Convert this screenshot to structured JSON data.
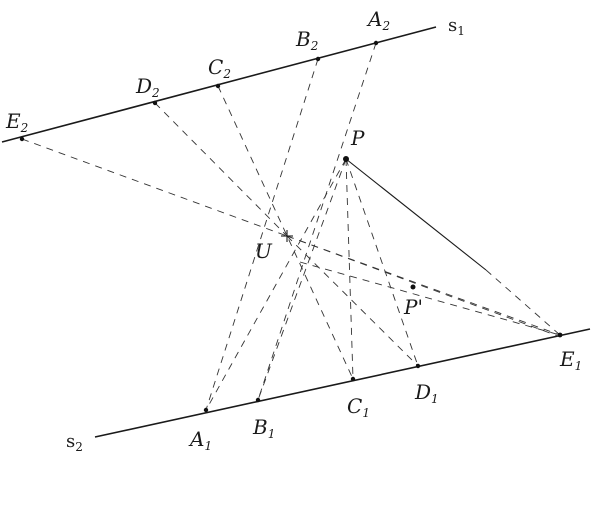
{
  "diagram": {
    "colors": {
      "ink": "#1a1a1a",
      "dash": "#333333",
      "background": "#ffffff"
    },
    "lines": {
      "s1": {
        "label": "s",
        "sub": "1"
      },
      "s2": {
        "label": "s",
        "sub": "2"
      }
    },
    "points": {
      "A2": {
        "label": "A",
        "sub": "2"
      },
      "B2": {
        "label": "B",
        "sub": "2"
      },
      "C2": {
        "label": "C",
        "sub": "2"
      },
      "D2": {
        "label": "D",
        "sub": "2"
      },
      "E2": {
        "label": "E",
        "sub": "2"
      },
      "A1": {
        "label": "A",
        "sub": "1"
      },
      "B1": {
        "label": "B",
        "sub": "1"
      },
      "C1": {
        "label": "C",
        "sub": "1"
      },
      "D1": {
        "label": "D",
        "sub": "1"
      },
      "E1": {
        "label": "E",
        "sub": "1"
      },
      "P": {
        "label": "P"
      },
      "Pprime": {
        "label": "P'"
      },
      "U": {
        "label": "U"
      }
    }
  }
}
